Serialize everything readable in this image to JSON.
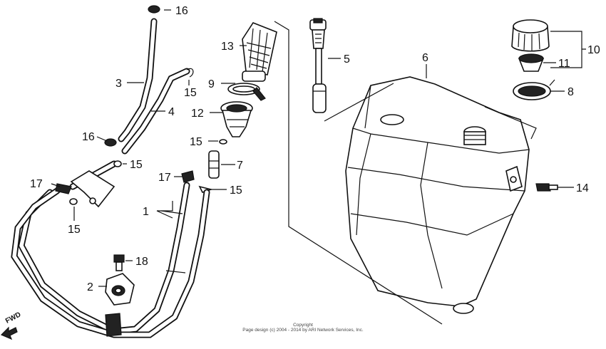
{
  "callouts": {
    "c1": "1",
    "c2": "2",
    "c3": "3",
    "c4": "4",
    "c5": "5",
    "c6": "6",
    "c7": "7",
    "c8": "8",
    "c9": "9",
    "c10": "10",
    "c11": "11",
    "c12": "12",
    "c13": "13",
    "c14": "14",
    "c15a": "15",
    "c15b": "15",
    "c15c": "15",
    "c15d": "15",
    "c15e": "15",
    "c16a": "16",
    "c16b": "16",
    "c17a": "17",
    "c17b": "17",
    "c18": "18"
  },
  "direction_label": "FWD",
  "copyright": {
    "line1": "Copyright",
    "line2": "Page design (c) 2004 - 2014 by ARI Network Services, Inc."
  }
}
